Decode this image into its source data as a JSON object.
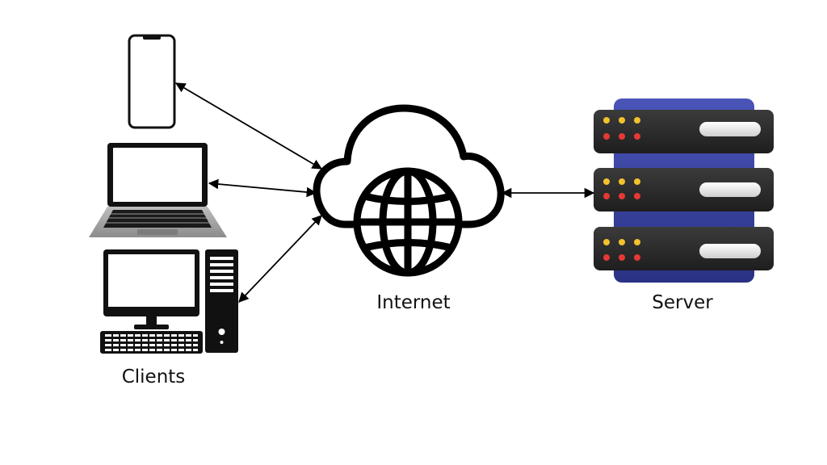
{
  "labels": {
    "clients": "Clients",
    "internet": "Internet",
    "server": "Server"
  },
  "colors": {
    "line": "#000000",
    "server_body": "#2c2c2c",
    "server_back": "#3a44a0",
    "led_yellow": "#f2c12e",
    "led_red": "#e53935",
    "laptop_base": "#a8a8a8"
  },
  "icons": [
    "smartphone-icon",
    "laptop-icon",
    "desktop-computer-icon",
    "cloud-globe-icon",
    "server-rack-icon"
  ]
}
